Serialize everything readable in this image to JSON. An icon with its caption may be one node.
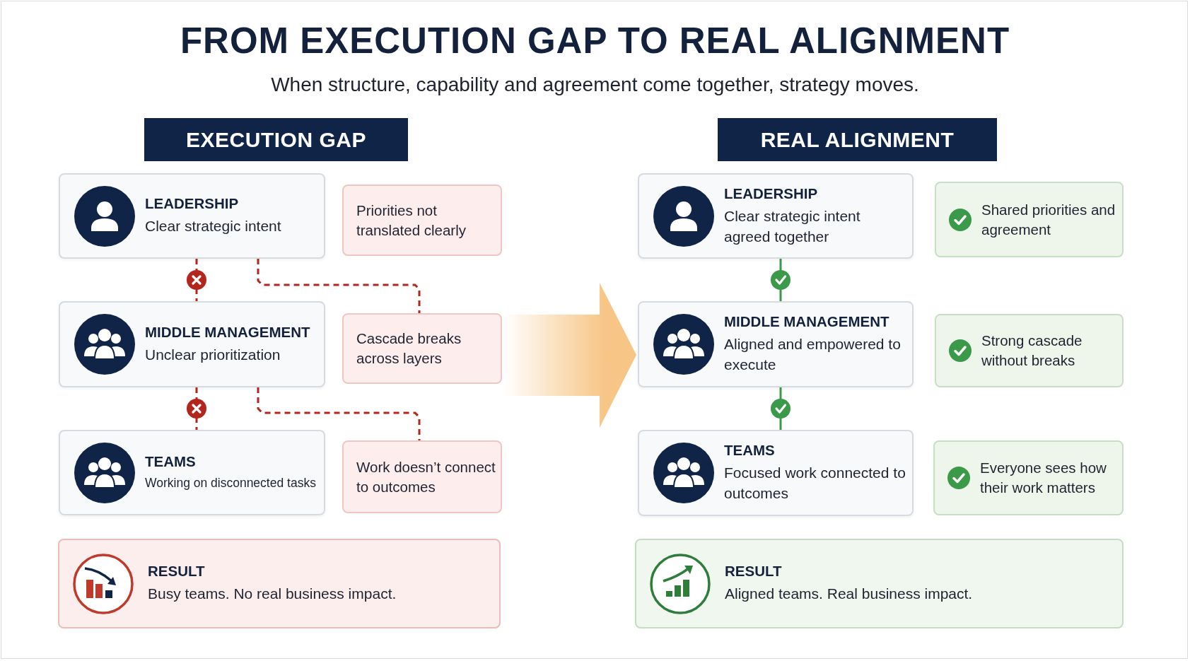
{
  "diagram": {
    "title": "FROM EXECUTION GAP TO REAL ALIGNMENT",
    "caption": "When structure, capability and agreement come together, strategy moves.",
    "nodes": [
      {
        "text": [
          "EXECUTION GAP"
        ]
      },
      {
        "text": [
          "LEADERSHIP",
          "Clear strategic intent"
        ]
      },
      {
        "text": [
          "Priorities not translated clearly"
        ]
      },
      {
        "text": [
          "MIDDLE MANAGEMENT",
          "Unclear prioritization"
        ]
      },
      {
        "text": [
          "Cascade breaks across layers"
        ]
      },
      {
        "text": [
          "TEAMS",
          "Working on disconnected tasks"
        ]
      },
      {
        "text": [
          "Work doesn’t connect to outcomes"
        ]
      },
      {
        "text": [
          "RESULT",
          "Busy teams. No real business impact."
        ]
      },
      {
        "text": [
          "REAL ALIGNMENT"
        ]
      },
      {
        "text": [
          "LEADERSHIP",
          "Clear strategic intent agreed together"
        ]
      },
      {
        "text": [
          "Shared priorities and agreement"
        ]
      },
      {
        "text": [
          "MIDDLE MANAGEMENT",
          "Aligned and empowered to execute"
        ]
      },
      {
        "text": [
          "Strong cascade without breaks"
        ]
      },
      {
        "text": [
          "TEAMS",
          "Focused work connected to outcomes"
        ]
      },
      {
        "text": [
          "Everyone sees how their work matters"
        ]
      },
      {
        "text": [
          "RESULT",
          "Aligned teams. Real business impact."
        ]
      }
    ],
    "edges": [
      {
        "from": 1,
        "to": 3,
        "arrow": "none",
        "style": "dashed",
        "color": "#b3261e"
      },
      {
        "from": 3,
        "to": 5,
        "arrow": "none",
        "style": "dashed",
        "color": "#b3261e"
      },
      {
        "from": 1,
        "to": 4,
        "arrow": "none",
        "style": "dashed",
        "color": "#b3261e"
      },
      {
        "from": 3,
        "to": 6,
        "arrow": "none",
        "style": "dashed",
        "color": "#b3261e"
      },
      {
        "from": 9,
        "to": 11,
        "arrow": "none",
        "color": "#3a9a4a"
      },
      {
        "from": 11,
        "to": 13,
        "arrow": "none",
        "color": "#3a9a4a"
      },
      {
        "from": 4,
        "to": 11,
        "arrow": "to",
        "style": "thick",
        "color": "#f6c07a"
      }
    ]
  }
}
